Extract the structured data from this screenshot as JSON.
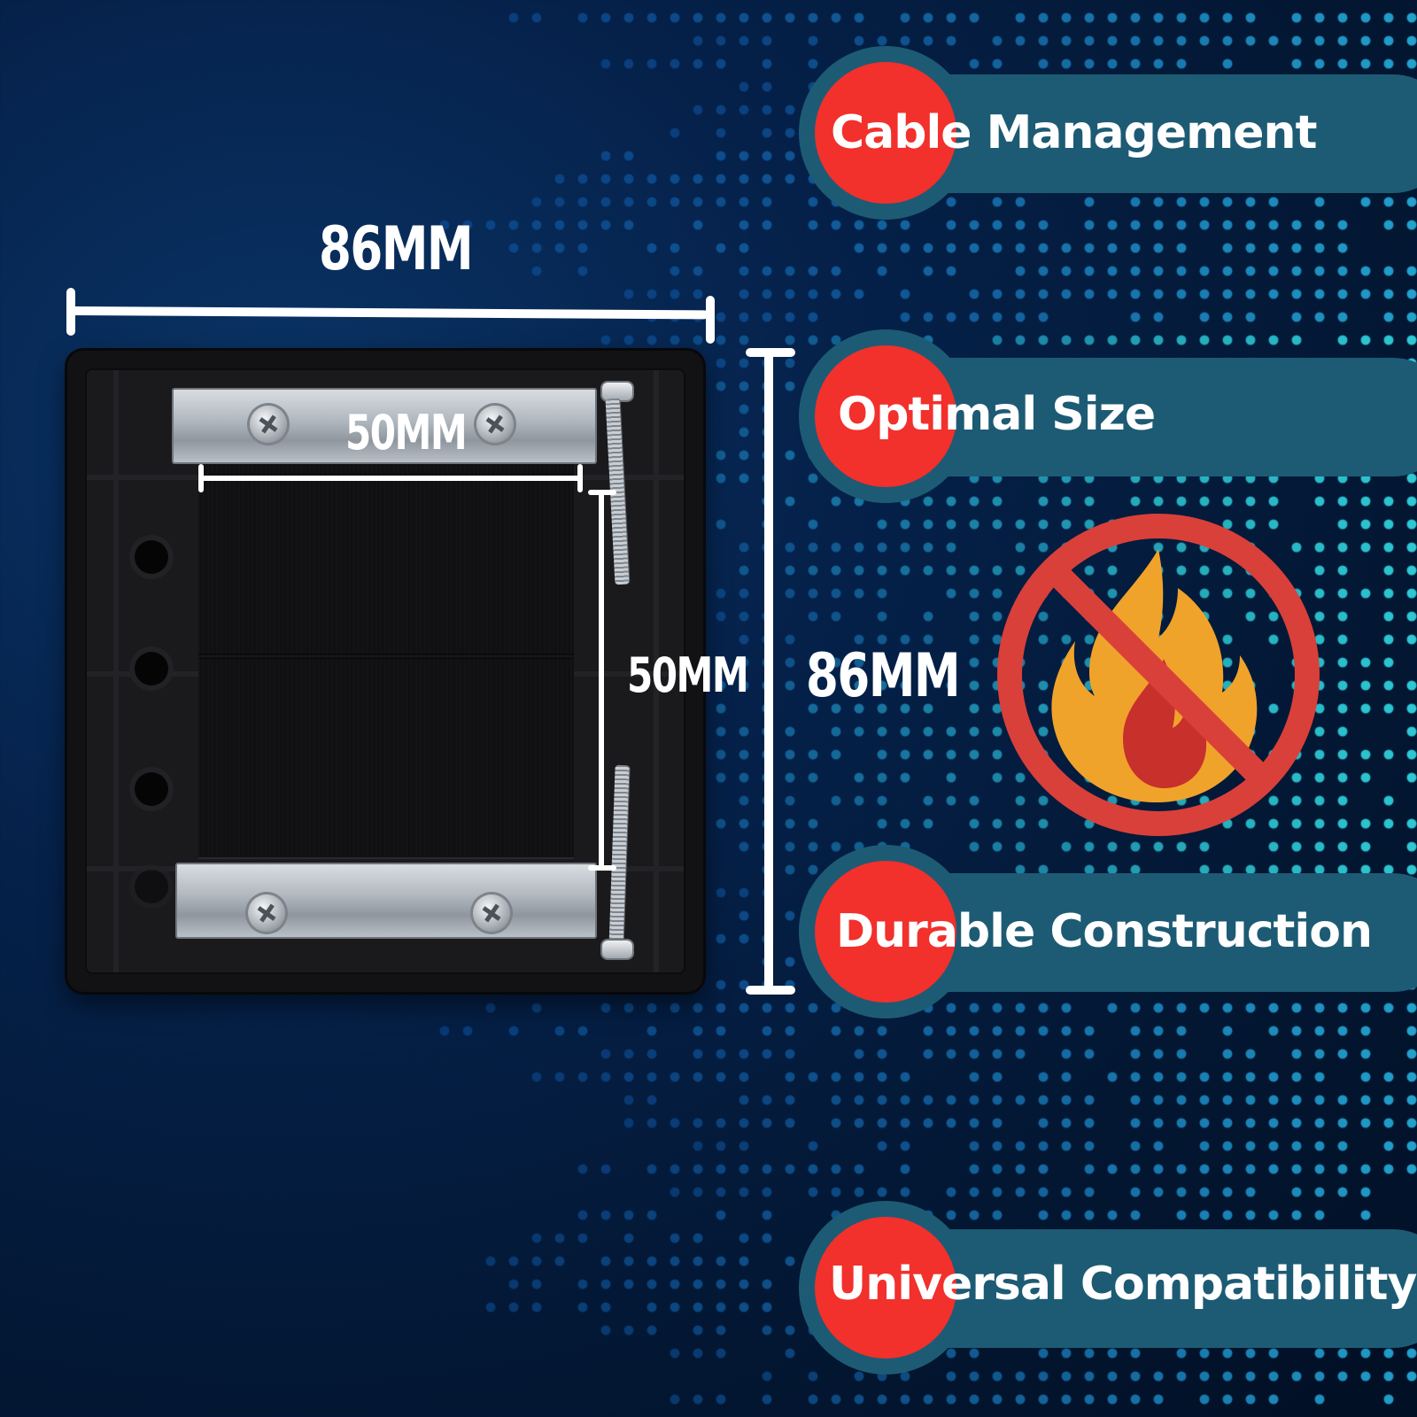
{
  "dimensions": {
    "outer_width": "86MM",
    "outer_height": "86MM",
    "inner_width": "50MM",
    "inner_height": "50MM"
  },
  "features": [
    {
      "label": "Cable Management"
    },
    {
      "label": "Optimal Size"
    },
    {
      "label": "Durable Construction"
    },
    {
      "label": "Universal Compatibility"
    }
  ],
  "icons": {
    "fire_prohibited": "no-fire-icon"
  },
  "colors": {
    "background": "#031733",
    "pill": "#1d5b74",
    "badge_red": "#f2302c",
    "dots": "#1fa0e6",
    "flame_outer": "#f0a32a",
    "flame_inner": "#c8302c",
    "prohibition": "#d9403a"
  }
}
